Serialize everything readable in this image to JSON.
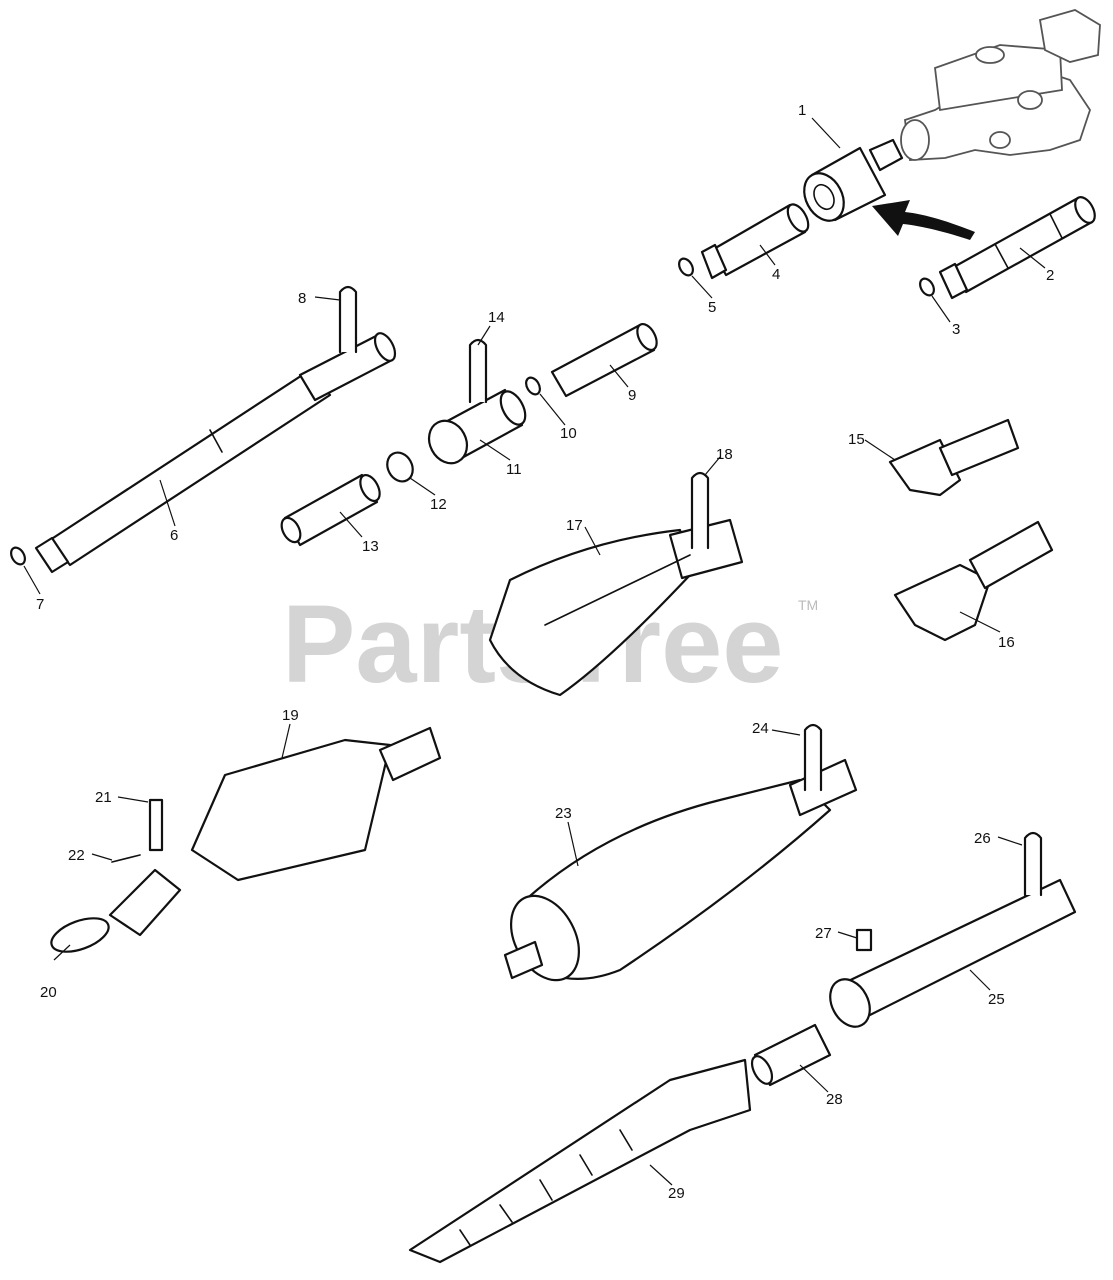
{
  "watermark": {
    "text": "PartsTree",
    "tm": "TM"
  },
  "callouts": [
    {
      "id": "c1",
      "text": "1"
    },
    {
      "id": "c2",
      "text": "2"
    },
    {
      "id": "c3",
      "text": "3"
    },
    {
      "id": "c4",
      "text": "4"
    },
    {
      "id": "c5",
      "text": "5"
    },
    {
      "id": "c6",
      "text": "6"
    },
    {
      "id": "c7",
      "text": "7"
    },
    {
      "id": "c8",
      "text": "8"
    },
    {
      "id": "c9",
      "text": "9"
    },
    {
      "id": "c10",
      "text": "10"
    },
    {
      "id": "c11",
      "text": "11"
    },
    {
      "id": "c12",
      "text": "12"
    },
    {
      "id": "c13",
      "text": "13"
    },
    {
      "id": "c14",
      "text": "14"
    },
    {
      "id": "c15",
      "text": "15"
    },
    {
      "id": "c16",
      "text": "16"
    },
    {
      "id": "c17",
      "text": "17"
    },
    {
      "id": "c18",
      "text": "18"
    },
    {
      "id": "c19",
      "text": "19"
    },
    {
      "id": "c20",
      "text": "20"
    },
    {
      "id": "c21",
      "text": "21"
    },
    {
      "id": "c22",
      "text": "22"
    },
    {
      "id": "c23",
      "text": "23"
    },
    {
      "id": "c24",
      "text": "24"
    },
    {
      "id": "c25",
      "text": "25"
    },
    {
      "id": "c26",
      "text": "26"
    },
    {
      "id": "c27",
      "text": "27"
    },
    {
      "id": "c28",
      "text": "28"
    },
    {
      "id": "c29",
      "text": "29"
    }
  ]
}
